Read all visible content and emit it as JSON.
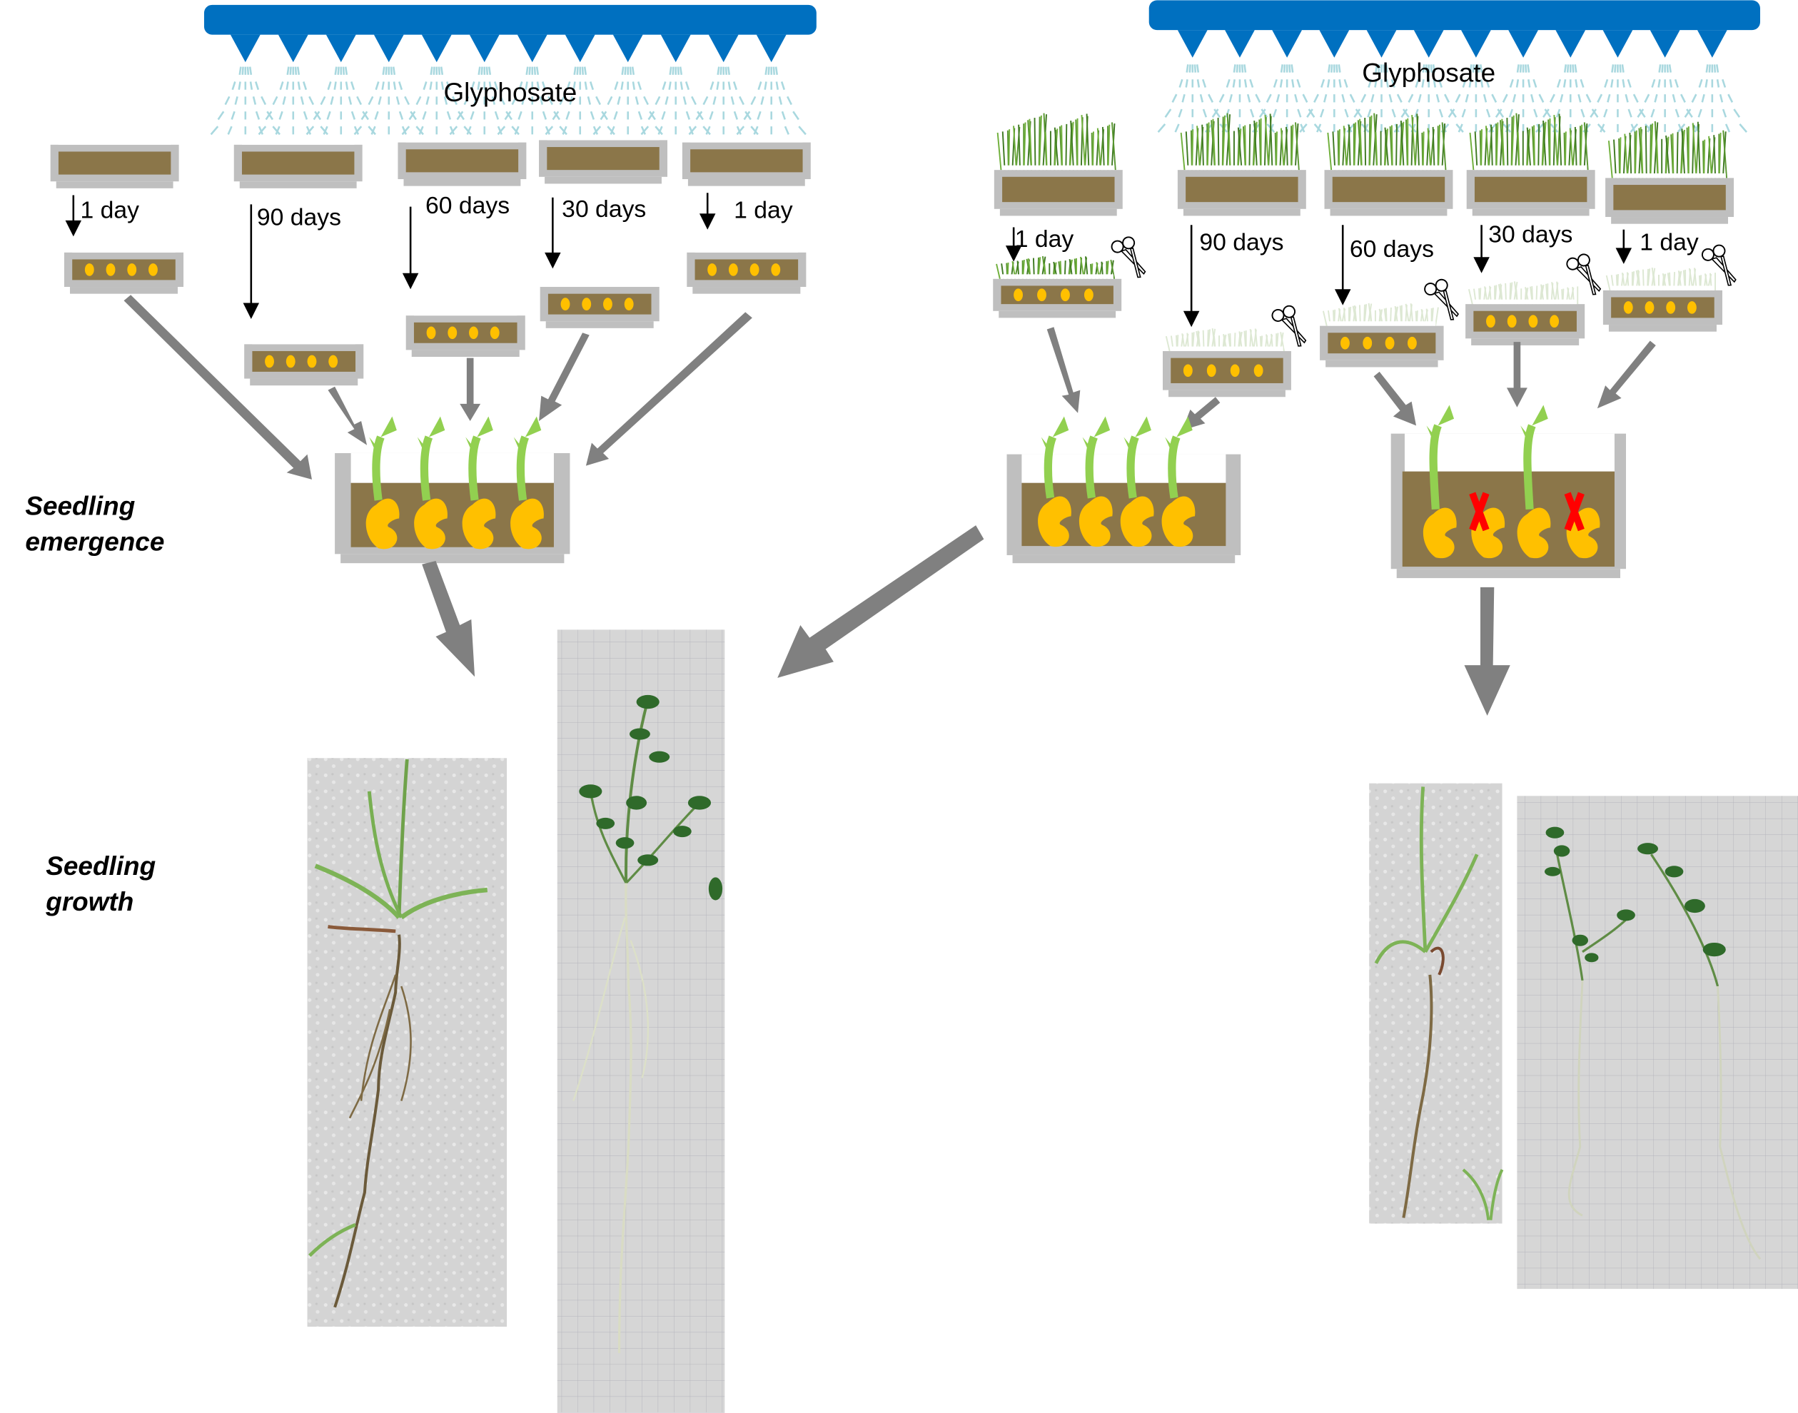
{
  "colors": {
    "sprayer_blue": "#0070C0",
    "spray_droplet": "#A9D8DF",
    "tray_gray": "#BFBFBF",
    "soil_brown": "#8B7649",
    "seed_yellow": "#FFC000",
    "shoot_green": "#92D050",
    "arrow_gray": "#808080",
    "dead_mark_red": "#FF0000",
    "grass_green": "#4E8A2A",
    "cut_grass": "#DDE8D3",
    "photo_tissue": "#D9D9D9",
    "photo_grid": "#CFCFCF"
  },
  "left_panel": {
    "sprayer_label": "Glyphosate",
    "nozzle_count": 12,
    "columns": [
      {
        "interval": "1 day",
        "seeds": 4
      },
      {
        "interval": "90 days",
        "seeds": 4
      },
      {
        "interval": "60 days",
        "seeds": 4
      },
      {
        "interval": "30 days",
        "seeds": 4
      },
      {
        "interval": "1 day",
        "seeds": 4
      }
    ],
    "emergence_tray": {
      "seedlings": 4,
      "dead": 0
    }
  },
  "right_panel": {
    "sprayer_label": "Glyphosate",
    "nozzle_count": 12,
    "columns": [
      {
        "interval": "1 day",
        "seeds": 4,
        "cut": true
      },
      {
        "interval": "90 days",
        "seeds": 4,
        "cut": true
      },
      {
        "interval": "60 days",
        "seeds": 4,
        "cut": true
      },
      {
        "interval": "30 days",
        "seeds": 4,
        "cut": true
      },
      {
        "interval": "1 day",
        "seeds": 4,
        "cut": true
      }
    ],
    "emergence_tray_ok": {
      "seedlings": 4,
      "dead": 0
    },
    "emergence_tray_affected": {
      "seedlings": 4,
      "emerged": 2,
      "dead": 2
    }
  },
  "section_labels": {
    "emergence_line1": "Seedling",
    "emergence_line2": "emergence",
    "growth_line1": "Seedling",
    "growth_line2": "growth"
  },
  "photos": [
    {
      "subject": "grass seedling with roots on tissue paper",
      "group": "left"
    },
    {
      "subject": "legume seedling with roots on grid paper",
      "group": "left"
    },
    {
      "subject": "grass seedling with roots on tissue paper",
      "group": "right"
    },
    {
      "subject": "two legume seedlings with roots on grid paper",
      "group": "right"
    }
  ]
}
